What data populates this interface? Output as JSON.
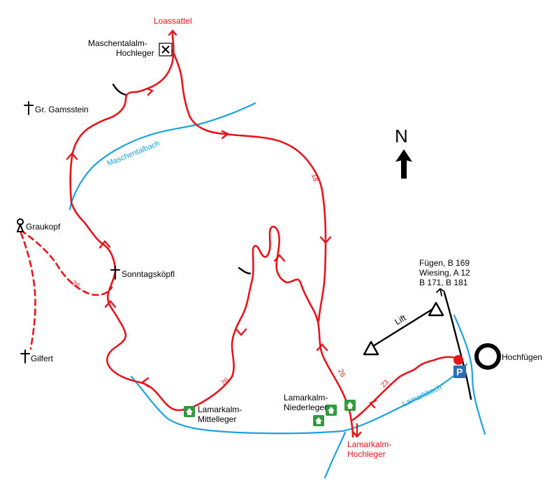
{
  "colors": {
    "trail": "#e8141b",
    "river": "#1aa3e0",
    "road": "#000000",
    "hut": "#2f9a3e",
    "parking": "#2d6db5"
  },
  "compass": {
    "label": "N"
  },
  "peaks": {
    "gamsstein": "Gr. Gamsstein",
    "graukopf": "Graukopf",
    "sonntagskoepfl": "Sonntagsköpfl",
    "gilfert": "Gilfert"
  },
  "huts": {
    "hochleger": [
      "Maschentalalm-",
      "Hochleger"
    ],
    "mittelleger": [
      "Lamarkalm-",
      "Mittelleger"
    ],
    "niederleger": [
      "Lamarkalm-",
      "Niederleger"
    ]
  },
  "destinations": {
    "loassattel": "Loassattel",
    "lamark_hochleger": [
      "Lamarkalm-",
      "Hochleger"
    ]
  },
  "rivers": {
    "maschentalbach": "Maschentalbach",
    "lamarkbach": "Lamarkbach"
  },
  "trail_numbers": {
    "t18": "18",
    "t26_upper": "26",
    "t26_lower": "26",
    "t26_right": "26",
    "t23": "23"
  },
  "road": {
    "destinations": [
      "Fügen, B 169",
      "Wiesing, A 12",
      "B 171, B 181"
    ]
  },
  "lift": {
    "label": "Lift"
  },
  "town": {
    "label": "Hochfügen"
  },
  "parking": {
    "label": "P"
  }
}
